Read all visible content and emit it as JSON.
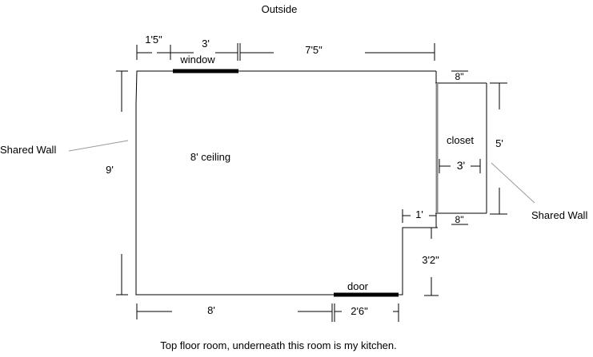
{
  "outside_label": "Outside",
  "caption": "Top floor room, underneath this room is my kitchen.",
  "room": {
    "ceiling": "8' ceiling",
    "window": "window",
    "door": "door",
    "closet": "closet"
  },
  "shared_wall": {
    "left": "Shared Wall",
    "right": "Shared Wall"
  },
  "dimensions": {
    "top_left_offset": "1'5\"",
    "window_width": "3'",
    "top_right_segment": "7'5\"",
    "left_wall": "9'",
    "bottom_wall": "8'",
    "door_width": "2'6\"",
    "step_width": "1'",
    "step_height": "3'2\"",
    "closet_height": "5'",
    "closet_inner_width": "3'",
    "closet_wall_top": "8\"",
    "closet_wall_bottom": "8\""
  },
  "colors": {
    "line": "#000000",
    "leader": "#999999",
    "background": "#ffffff"
  }
}
